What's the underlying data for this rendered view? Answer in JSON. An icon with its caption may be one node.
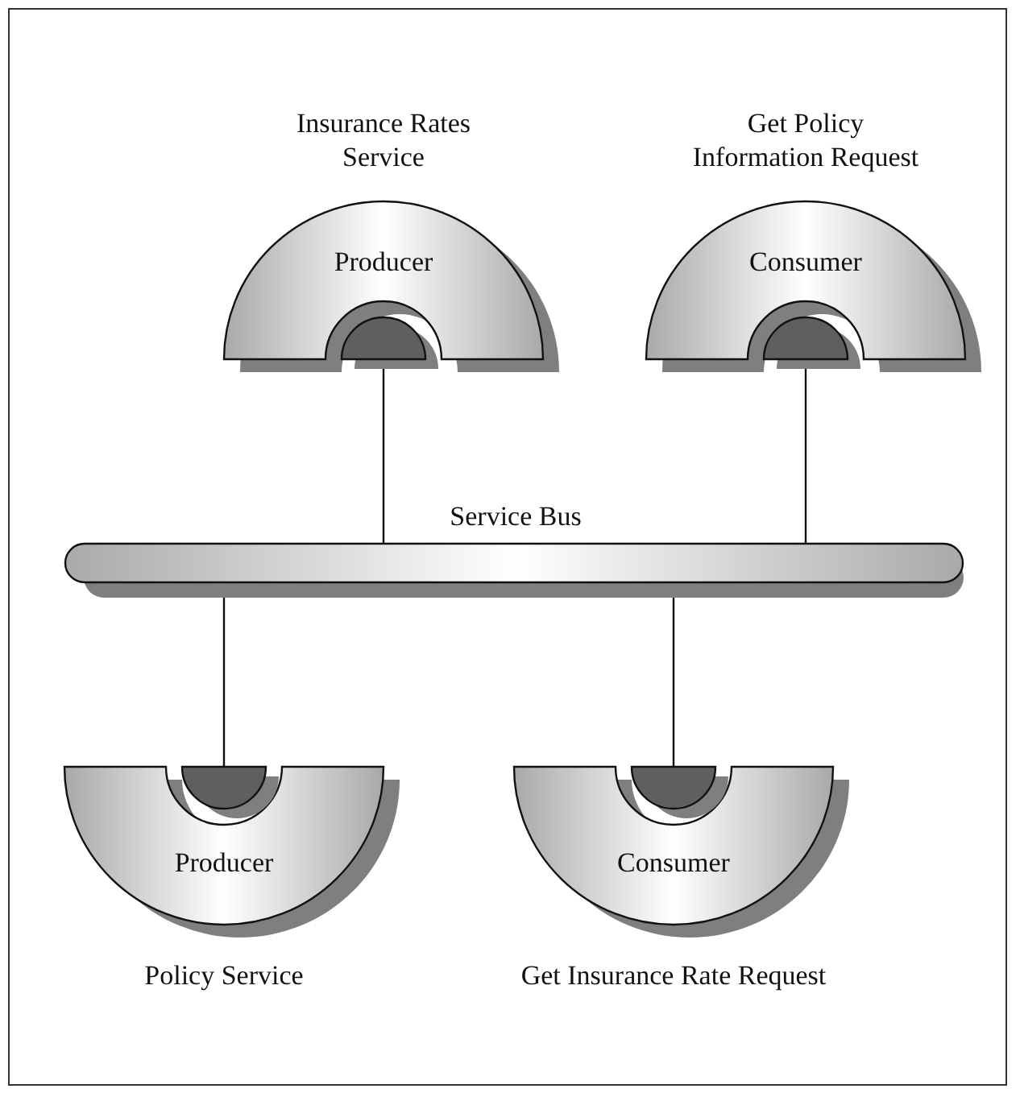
{
  "diagram": {
    "nodes": [
      {
        "text": [
          "Insurance Rates Service",
          "Producer"
        ]
      },
      {
        "text": [
          "Get Policy Information Request",
          "Consumer"
        ]
      },
      {
        "text": [
          "Service Bus"
        ]
      },
      {
        "text": [
          "Producer",
          "Policy Service"
        ]
      },
      {
        "text": [
          "Consumer",
          "Get Insurance Rate Request"
        ]
      }
    ],
    "edges": [
      {
        "from": 0,
        "to": 2,
        "arrow": "none"
      },
      {
        "from": 1,
        "to": 2,
        "arrow": "none"
      },
      {
        "from": 2,
        "to": 3,
        "arrow": "none"
      },
      {
        "from": 2,
        "to": 4,
        "arrow": "none"
      }
    ]
  }
}
